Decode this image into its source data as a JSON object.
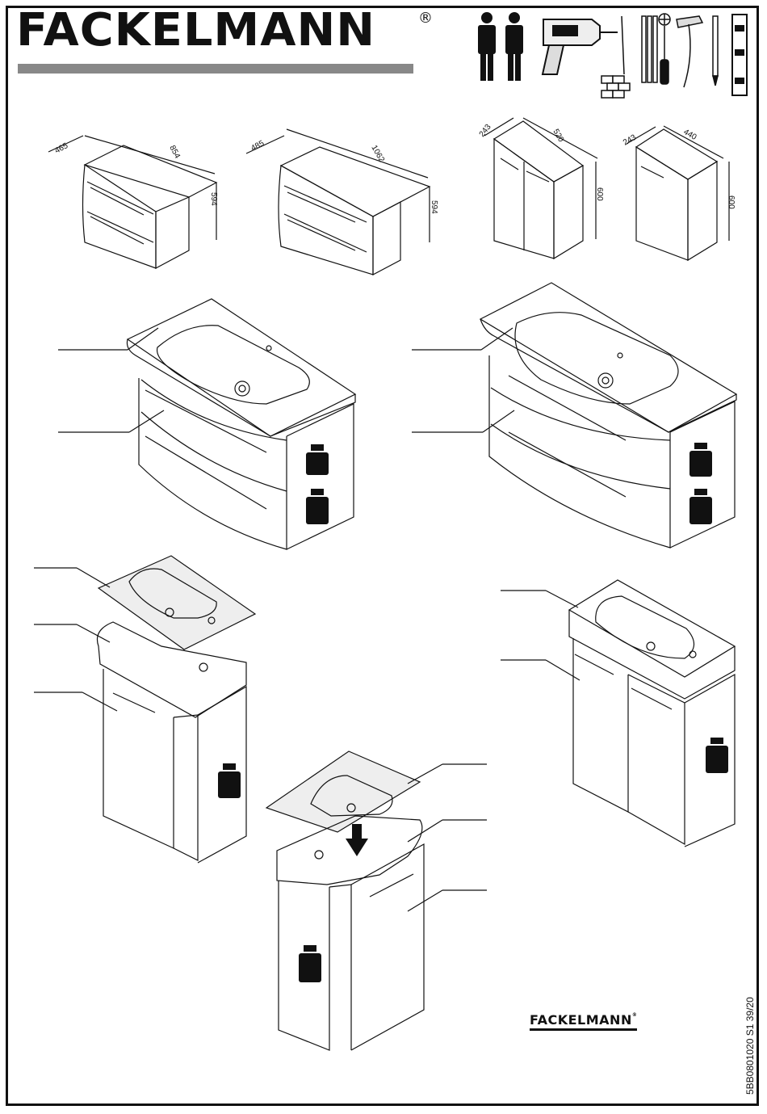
{
  "header": {
    "brand": "FACKELMANN",
    "registered_mark": "®"
  },
  "tools": [
    "two-persons-icon",
    "drill-icon",
    "drill-bit-icon",
    "bricks-icon",
    "dowels-icon",
    "screwdriver-icon",
    "hammer-icon",
    "pencil-icon",
    "spirit-level-icon"
  ],
  "dimensions": {
    "unit_1": {
      "depth": "465",
      "width": "854",
      "height": "594"
    },
    "unit_2": {
      "depth": "485",
      "width": "1062",
      "height": "594"
    },
    "unit_3": {
      "depth": "243",
      "width": "520",
      "height": "600"
    },
    "unit_4": {
      "depth": "243",
      "width": "440",
      "height": "600"
    }
  },
  "footer": {
    "small_brand": "FACKELMANN",
    "small_registered_mark": "®",
    "document_number": "5BB0801020 S1 39/20"
  }
}
